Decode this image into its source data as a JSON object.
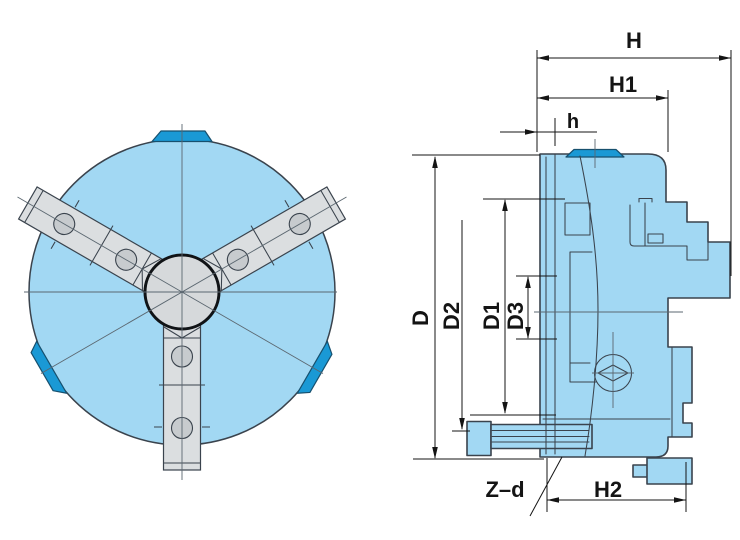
{
  "labels": {
    "H": "H",
    "H1": "H1",
    "h": "h",
    "D": "D",
    "D2": "D2",
    "D1": "D1",
    "D3": "D3",
    "Z_d": "Z–d",
    "H2": "H2"
  },
  "colors": {
    "background": "#ffffff",
    "body_fill": "#a2d8f3",
    "insert_fill": "#1a99d5",
    "jaw_fill": "#dbdee0",
    "hole_fill": "#c7cbce",
    "boss_fill": "#d6d9db",
    "outline": "#3a434d",
    "centerline": "#5b6770",
    "dimension": "#141414"
  }
}
